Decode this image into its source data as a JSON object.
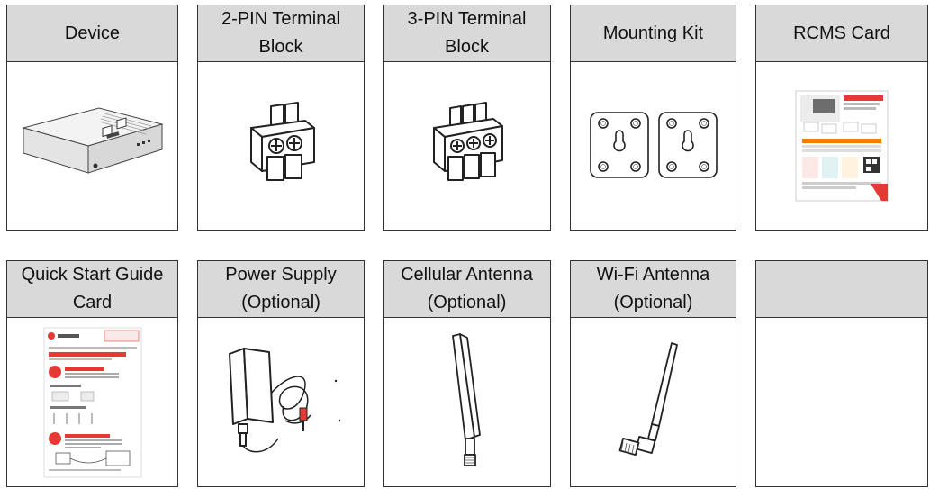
{
  "items": [
    {
      "title": "Device"
    },
    {
      "title": "2-PIN Terminal Block"
    },
    {
      "title": "3-PIN Terminal Block"
    },
    {
      "title": "Mounting Kit"
    },
    {
      "title": "RCMS Card"
    },
    {
      "title": "Quick Start Guide Card"
    },
    {
      "title": "Power Supply (Optional)"
    },
    {
      "title": "Cellular Antenna (Optional)"
    },
    {
      "title": "Wi-Fi Antenna (Optional)"
    },
    {
      "title": ""
    }
  ],
  "colors": {
    "header_bg": "#d9d9d9",
    "border": "#333333",
    "brand_red": "#e53935",
    "brand_orange": "#f57c00",
    "brand_teal": "#26a69a"
  },
  "illustrations": [
    "router-device-image",
    "terminal-block-2pin-image",
    "terminal-block-3pin-image",
    "mounting-bracket-image",
    "rcms-card-image",
    "quick-start-guide-image",
    "power-adapter-image",
    "cellular-antenna-image",
    "wifi-antenna-image"
  ]
}
